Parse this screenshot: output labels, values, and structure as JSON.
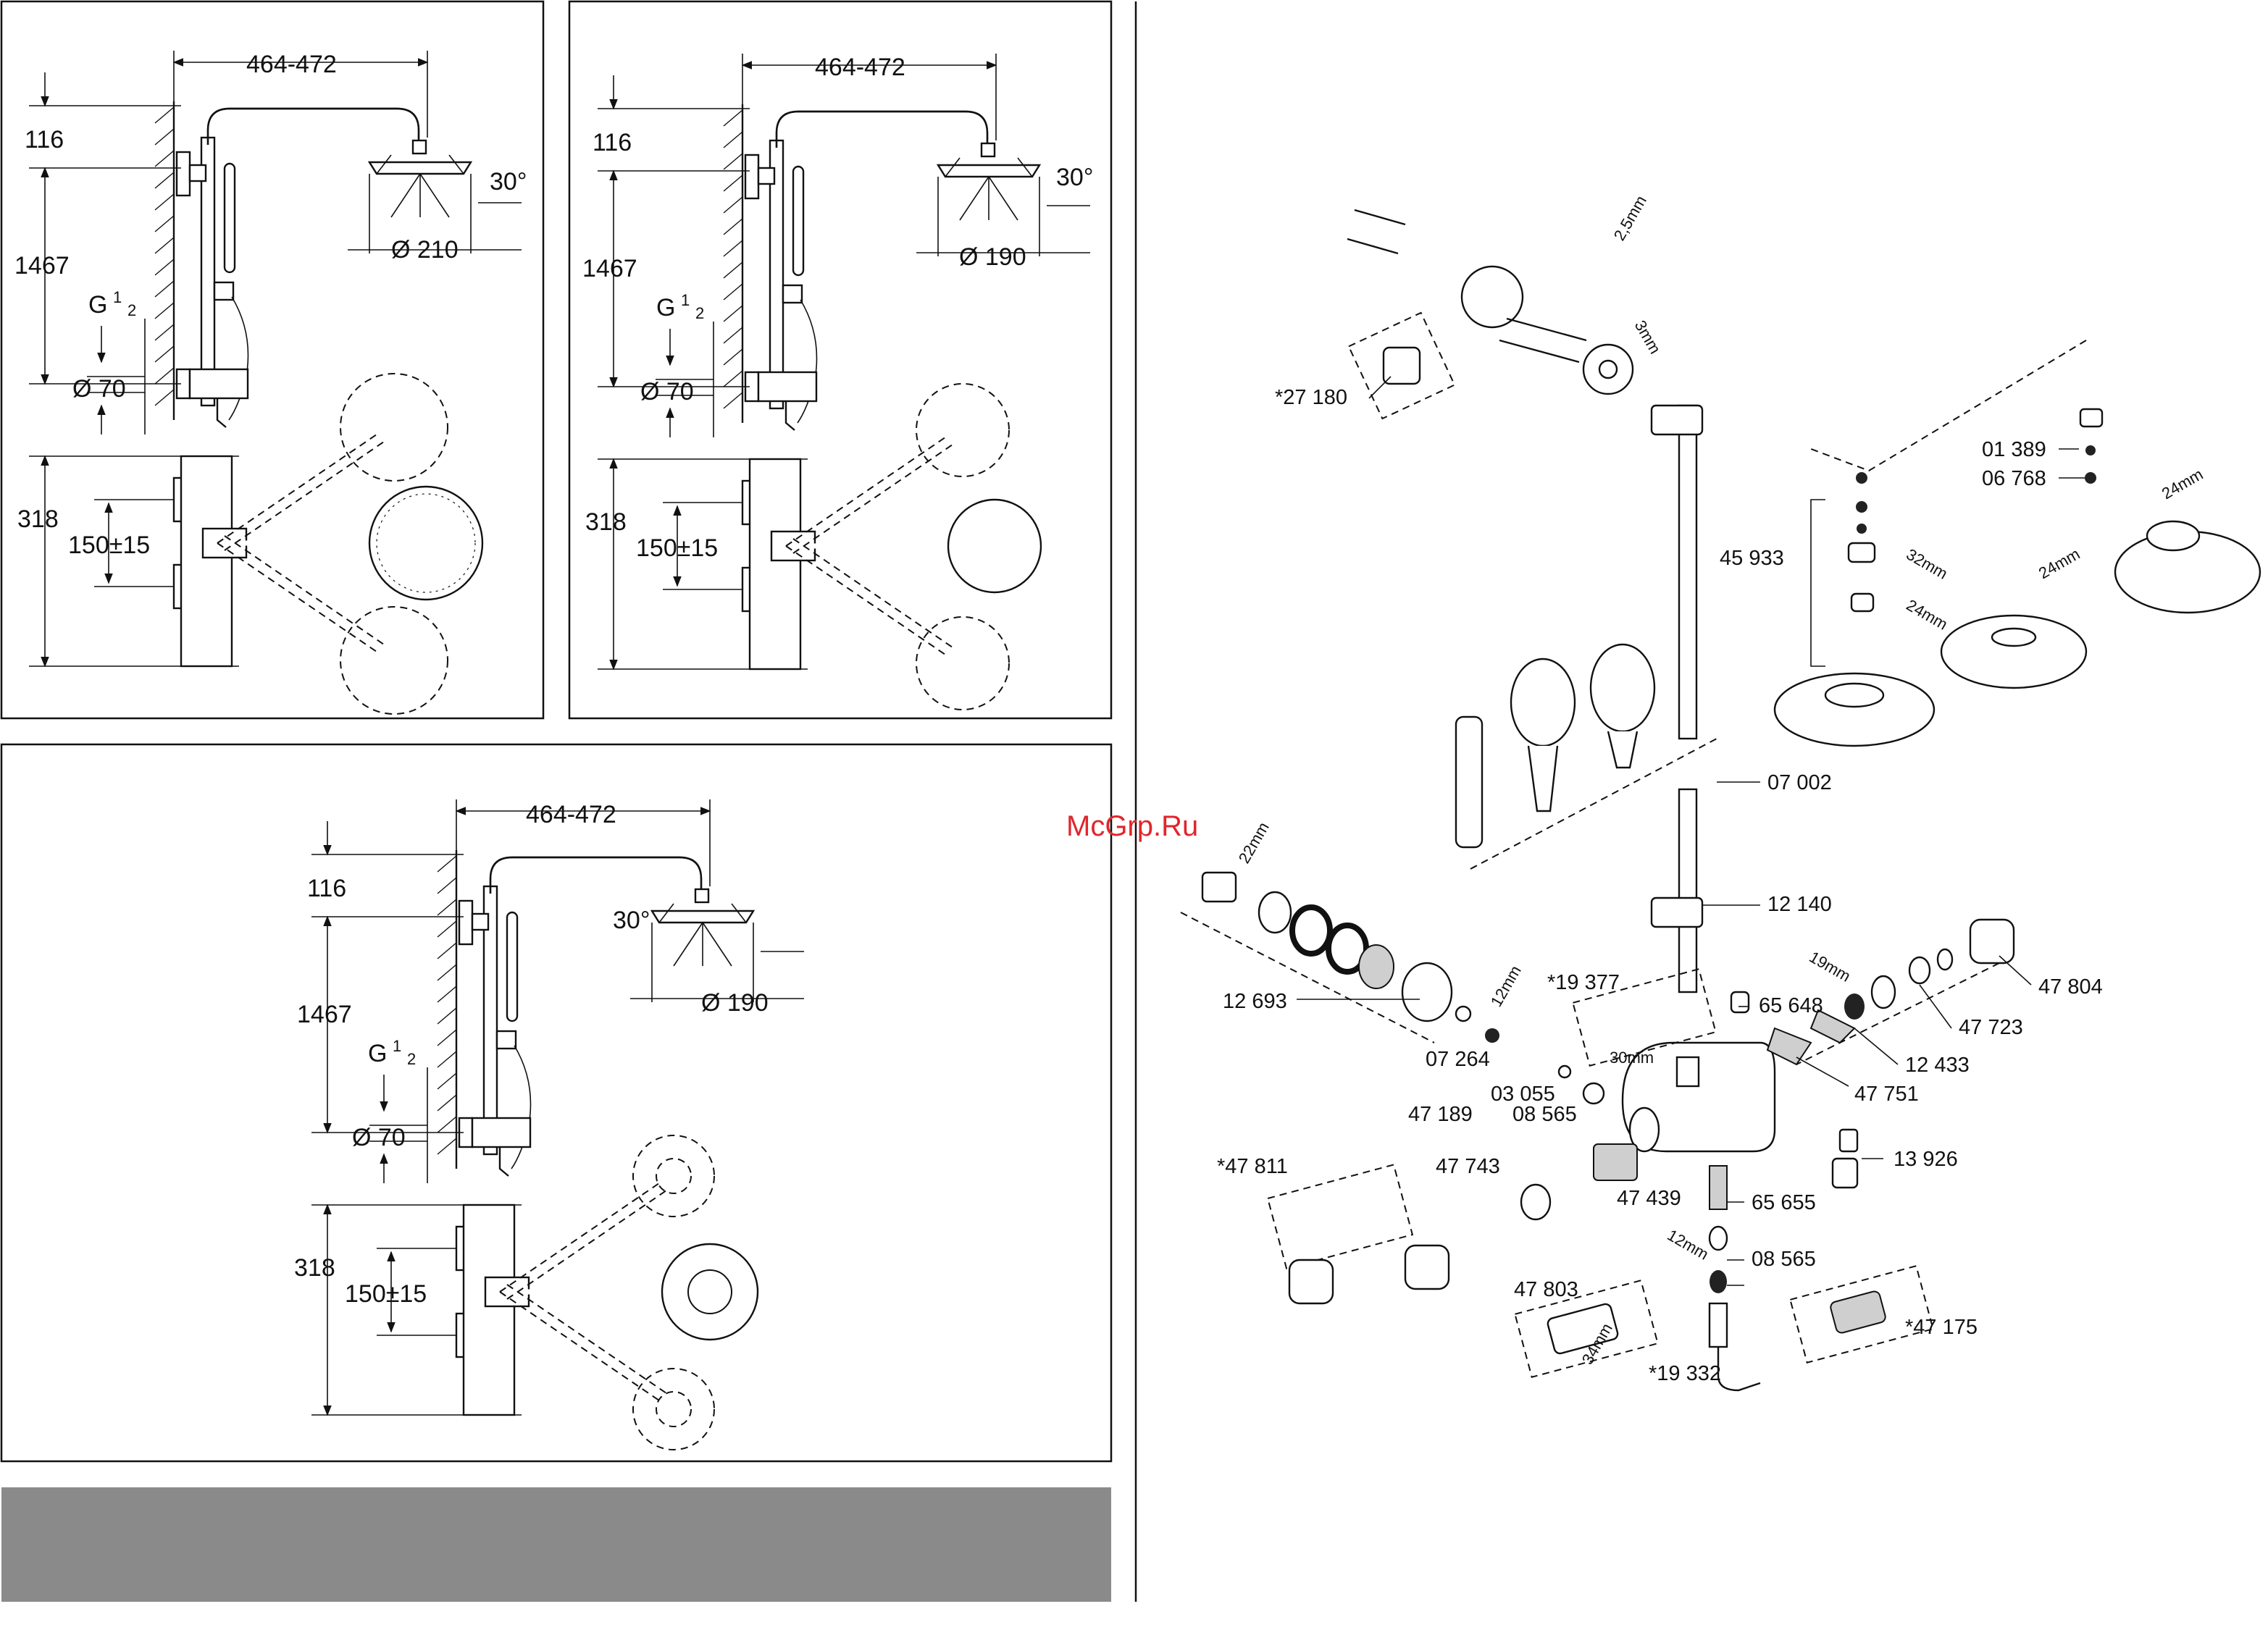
{
  "panels": {
    "panel_a": {
      "arm_length": "464-472",
      "height_116": "116",
      "height_1467": "1467",
      "thread_main": "G",
      "thread_sup": "1",
      "thread_sub": "2",
      "inlet_dia": "Ø 70",
      "height_318": "318",
      "spacing": "150±15",
      "angle": "30°",
      "head_dia": "Ø 210"
    },
    "panel_b": {
      "arm_length": "464-472",
      "height_116": "116",
      "height_1467": "1467",
      "thread_main": "G",
      "thread_sup": "1",
      "thread_sub": "2",
      "inlet_dia": "Ø 70",
      "height_318": "318",
      "spacing": "150±15",
      "angle": "30°",
      "head_dia": "Ø 190"
    },
    "panel_c": {
      "arm_length": "464-472",
      "height_116": "116",
      "height_1467": "1467",
      "thread_main": "G",
      "thread_sup": "1",
      "thread_sub": "2",
      "inlet_dia": "Ø 70",
      "height_318": "318",
      "spacing": "150±15",
      "angle": "30°",
      "head_dia": "Ø 190"
    }
  },
  "watermark": "McGrp.Ru",
  "tools": {
    "hex_25": "2,5mm",
    "hex_3": "3mm",
    "wrench_32": "32mm",
    "wrench_24a": "24mm",
    "wrench_24b": "24mm",
    "wrench_24c": "24mm",
    "wrench_22": "22mm",
    "wrench_19": "19mm",
    "hex_12a": "12mm",
    "wrench_30": "30mm",
    "hex_12b": "12mm",
    "wrench_34": "34mm"
  },
  "parts": {
    "p27180": "*27 180",
    "p01389": "01 389",
    "p06768": "06 768",
    "p45933": "45 933",
    "p07002": "07 002",
    "p12140": "12 140",
    "p12693": "12 693",
    "p19377": "*19 377",
    "p65648": "65 648",
    "p47804": "47 804",
    "p47723": "47 723",
    "p12433": "12 433",
    "p47751": "47 751",
    "p07264": "07 264",
    "p03055": "03 055",
    "p47189": "47 189",
    "p08565a": "08 565",
    "p13926": "13 926",
    "p47811": "*47 811",
    "p47743": "47 743",
    "p47439": "47 439",
    "p65655": "65 655",
    "p08565b": "08 565",
    "p47803": "47 803",
    "p47175": "*47 175",
    "p19332": "*19 332"
  }
}
